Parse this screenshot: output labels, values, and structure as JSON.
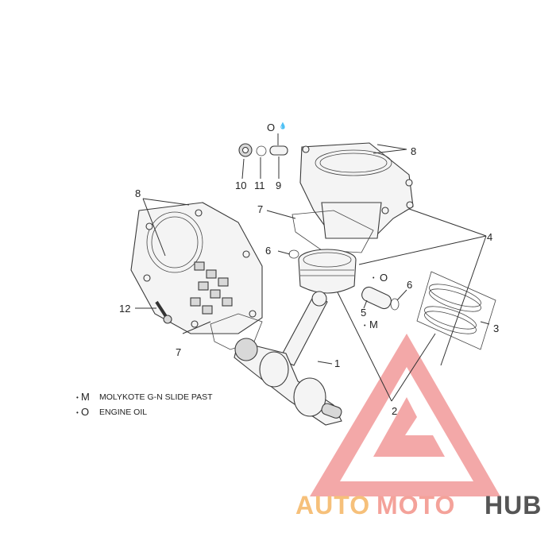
{
  "callouts": {
    "c1": "1",
    "c2": "2",
    "c3": "3",
    "c4": "4",
    "c5": "5",
    "c6a": "6",
    "c6b": "6",
    "c7a": "7",
    "c7b": "7",
    "c8a": "8",
    "c8b": "8",
    "c9": "9",
    "c10": "10",
    "c11": "11",
    "c12": "12"
  },
  "markers": {
    "oil_top": "O",
    "oil_piston": "O",
    "moly_pin": "M"
  },
  "legend": {
    "items": [
      {
        "symbol": "M",
        "text": "MOLYKOTE G-N SLIDE PAST"
      },
      {
        "symbol": "O",
        "text": "ENGINE OIL"
      }
    ]
  },
  "watermark": {
    "part1": "AUTO",
    "part2": "MOTO",
    "part3": "HUB",
    "color_part1": "#f6c07a",
    "color_part2": "#f4a29a",
    "color_part3": "#555555",
    "logo_color": "#ef7f7f"
  }
}
